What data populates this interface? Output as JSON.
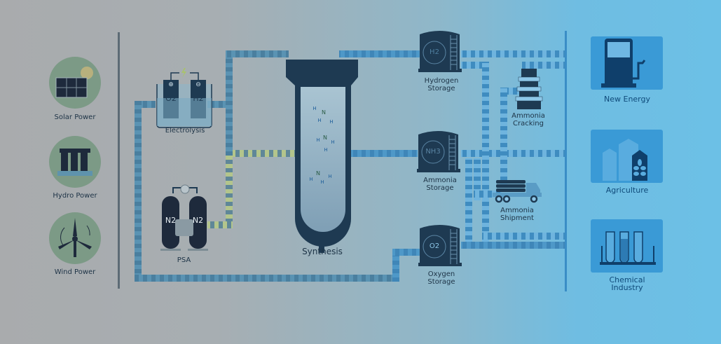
{
  "diagram": {
    "title": "Green Ammonia Production Process",
    "sources": [
      {
        "id": "solar",
        "label": "Solar Power",
        "icon": "solar-panel-icon"
      },
      {
        "id": "hydro",
        "label": "Hydro Power",
        "icon": "hydro-dam-icon"
      },
      {
        "id": "wind",
        "label": "Wind Power",
        "icon": "wind-turbine-icon"
      }
    ],
    "processes": {
      "electrolysis": {
        "label": "Electrolysis",
        "anode": "O2",
        "cathode": "H2",
        "anode_symbol": "⊕",
        "cathode_symbol": "⊖"
      },
      "psa": {
        "label": "PSA",
        "tank_left": "N2",
        "tank_right": "N2"
      },
      "synthesis": {
        "label": "Synthesis",
        "molecule": {
          "center": "N",
          "atom": "H"
        }
      }
    },
    "storage": {
      "hydrogen": {
        "label_line1": "Hydrogen",
        "label_line2": "Storage",
        "symbol": "H2"
      },
      "ammonia": {
        "label_line1": "Ammonia",
        "label_line2": "Storage",
        "symbol": "NH3"
      },
      "oxygen": {
        "label_line1": "Oxygen",
        "label_line2": "Storage",
        "symbol": "O2"
      }
    },
    "downstream": {
      "cracking": {
        "label_line1": "Ammonia",
        "label_line2": "Cracking"
      },
      "shipment": {
        "label_line1": "Ammonia",
        "label_line2": "Shipment"
      }
    },
    "applications": [
      {
        "id": "energy",
        "label_line1": "New Energy",
        "label_line2": "",
        "icon": "fuel-pump-icon"
      },
      {
        "id": "agriculture",
        "label_line1": "Agriculture",
        "label_line2": "",
        "icon": "silo-wheat-icon"
      },
      {
        "id": "chemical",
        "label_line1": "Chemical",
        "label_line2": "Industry",
        "icon": "test-tubes-icon"
      }
    ],
    "colors": {
      "dark_navy": "#1e3a52",
      "pipe_blue": "#4a8db8",
      "pipe_green": "#b5c98a",
      "source_circle": "#7c9a86",
      "app_tile": "#3a9ad6",
      "app_icon": "#0f3f6b"
    }
  }
}
